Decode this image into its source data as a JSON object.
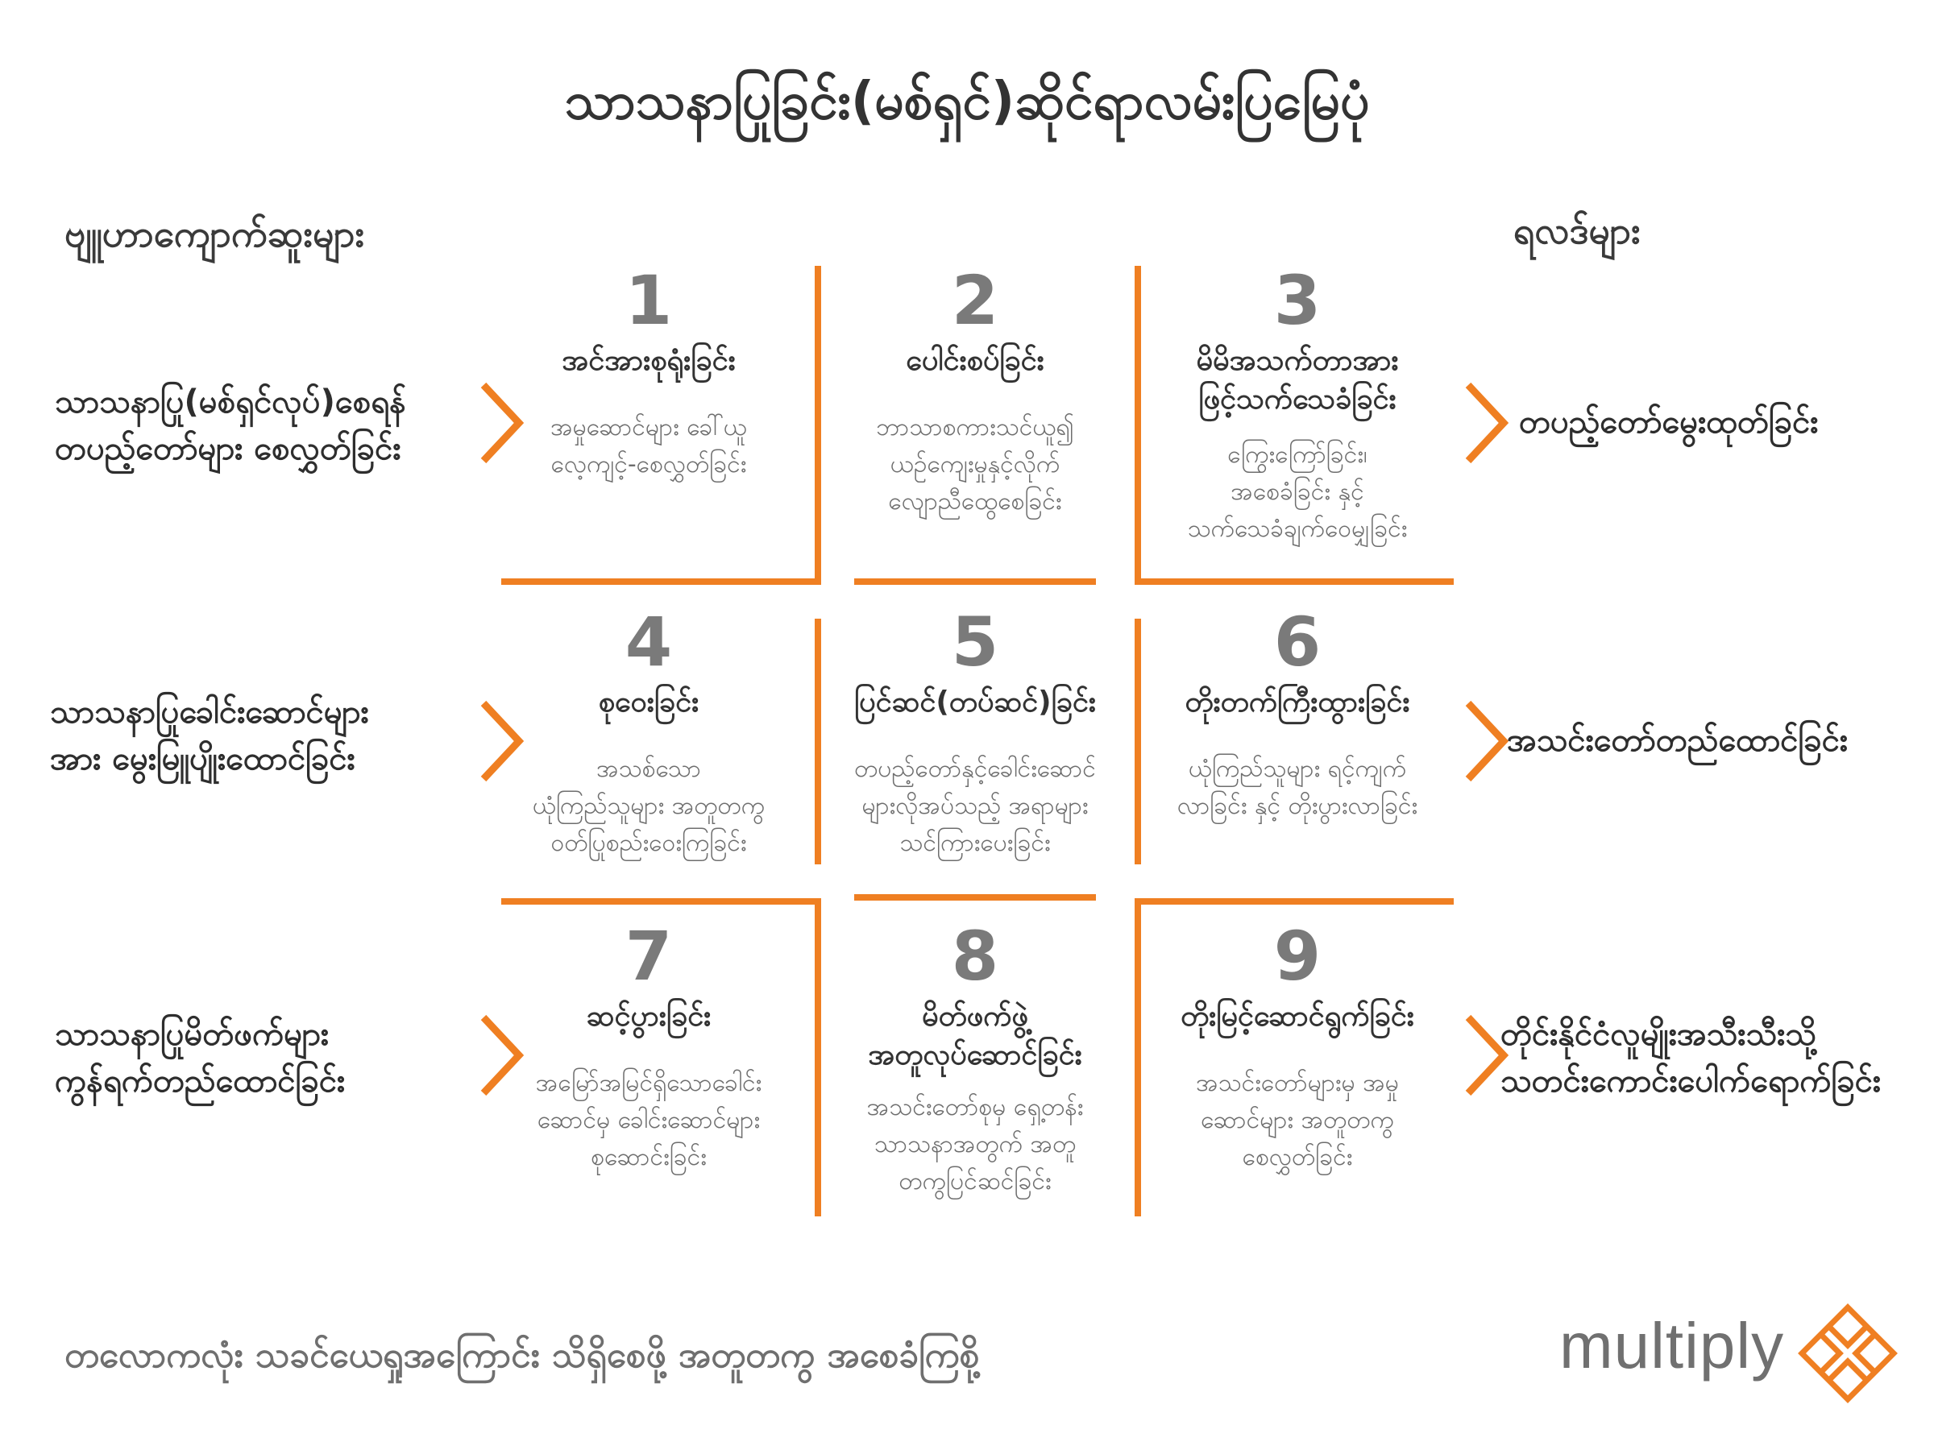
{
  "title": "သာသနာပြုခြင်း(မစ်ရှင်)ဆိုင်ရာလမ်းပြမြေပုံ",
  "strategies_heading": "ဗျူဟာကျောက်ဆူးများ",
  "outcomes_heading": "ရလဒ်များ",
  "rows": [
    {
      "label": [
        "သာသနာပြု(မစ်ရှင်လုပ်)စေရန်",
        "တပည့်တော်များ စေလွှတ်ခြင်း"
      ],
      "outcome": [
        "တပည့်တော်မွေးထုတ်ခြင်း"
      ]
    },
    {
      "label": [
        "သာသနာပြုခေါင်းဆောင်များ",
        "အား မွေးမြူပျိုးထောင်ခြင်း"
      ],
      "outcome": [
        "အသင်းတော်တည်ထောင်ခြင်း"
      ]
    },
    {
      "label": [
        "သာသနာပြုမိတ်ဖက်များ",
        "ကွန်ရက်တည်ထောင်ခြင်း"
      ],
      "outcome": [
        "တိုင်းနိုင်ငံလူမျိုးအသီးသီးသို့",
        "သတင်းကောင်းပေါက်ရောက်ခြင်း"
      ]
    }
  ],
  "cells": [
    {
      "number": "1",
      "title": [
        "အင်အားစုရုံးခြင်း"
      ],
      "desc": [
        "အမှုဆောင်များ ခေါ်ယူ",
        "လေ့ကျင့်-စေလွှတ်ခြင်း"
      ]
    },
    {
      "number": "2",
      "title": [
        "ပေါင်းစပ်ခြင်း"
      ],
      "desc": [
        "ဘာသာစကားသင်ယူ၍",
        "ယဉ်ကျေးမှုနှင့်လိုက်",
        "လျောညီထွေစေခြင်း"
      ]
    },
    {
      "number": "3",
      "title": [
        "မိမိအသက်တာအား",
        "ဖြင့်သက်သေခံခြင်း"
      ],
      "desc": [
        "ကြွေးကြော်ခြင်း၊",
        "အစေခံခြင်း နှင့်",
        "သက်သေခံချက်ဝေမျှခြင်း"
      ]
    },
    {
      "number": "4",
      "title": [
        "စုဝေးခြင်း"
      ],
      "desc": [
        "အသစ်သော",
        "ယုံကြည်သူများ အတူတကွ",
        "ဝတ်ပြုစည်းဝေးကြခြင်း"
      ]
    },
    {
      "number": "5",
      "title": [
        "ပြင်ဆင်(တပ်ဆင်)ခြင်း"
      ],
      "desc": [
        "တပည့်တော်နှင့်ခေါင်းဆောင်",
        "များလိုအပ်သည့် အရာများ",
        "သင်ကြားပေးခြင်း"
      ]
    },
    {
      "number": "6",
      "title": [
        "တိုးတက်ကြီးထွားခြင်း"
      ],
      "desc": [
        "ယုံကြည်သူများ ရင့်ကျက်",
        "လာခြင်း နှင့် တိုးပွားလာခြင်း"
      ]
    },
    {
      "number": "7",
      "title": [
        "ဆင့်ပွားခြင်း"
      ],
      "desc": [
        "အမြော်အမြင်ရှိသောခေါင်း",
        "ဆောင်မှ ခေါင်းဆောင်များ",
        "စုဆောင်းခြင်း"
      ]
    },
    {
      "number": "8",
      "title": [
        "မိတ်ဖက်ဖွဲ့",
        "အတူလုပ်ဆောင်ခြင်း"
      ],
      "desc": [
        "အသင်းတော်စုမှ ရှေ့တန်း",
        "သာသနာအတွက် အတူ",
        "တကွပြင်ဆင်ခြင်း"
      ]
    },
    {
      "number": "9",
      "title": [
        "တိုးမြင့်ဆောင်ရွက်ခြင်း"
      ],
      "desc": [
        "အသင်းတော်များမှ အမှု",
        "ဆောင်များ အတူတကွ",
        "စေလွှတ်ခြင်း"
      ]
    }
  ],
  "footer": "တလောကလုံး သခင်ယေရှုအကြောင်း  သိရှိစေဖို့ အတူတကွ အစေခံကြစို့",
  "logo": "multiply",
  "colors": {
    "accent": "#ef7f22",
    "heading": "#333333",
    "number": "#7a7a7a",
    "desc": "#6e6e6e"
  }
}
